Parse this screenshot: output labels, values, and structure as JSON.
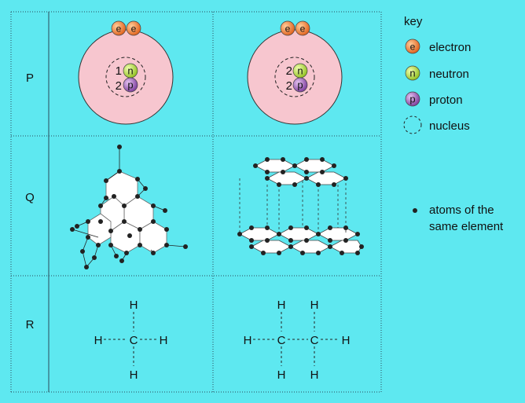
{
  "rows": [
    {
      "label": "P"
    },
    {
      "label": "Q"
    },
    {
      "label": "R"
    }
  ],
  "atoms": [
    {
      "electron_symbol": "e",
      "neutron_count": "1",
      "proton_count": "2",
      "neutron_symbol": "n",
      "proton_symbol": "p"
    },
    {
      "electron_symbol": "e",
      "neutron_count": "2",
      "proton_count": "2",
      "neutron_symbol": "n",
      "proton_symbol": "p"
    }
  ],
  "key": {
    "title": "key",
    "electron": {
      "symbol": "e",
      "label": "electron"
    },
    "neutron": {
      "symbol": "n",
      "label": "neutron"
    },
    "proton": {
      "symbol": "p",
      "label": "proton"
    },
    "nucleus": {
      "label": "nucleus"
    },
    "atoms_same_element": {
      "line1": "atoms of the",
      "line2": "same element"
    }
  },
  "formulas": {
    "methane": {
      "c": "C",
      "h": "H"
    },
    "ethane": {
      "c": "C",
      "h": "H"
    }
  },
  "colors": {
    "background": "#5ee8f0",
    "electron": "#f07a28",
    "neutron": "#b6dc3a",
    "proton": "#9a55b8",
    "atom_shell": "#f7c6cf",
    "lattice_face": "#ffffff",
    "atom_dot": "#222222"
  }
}
